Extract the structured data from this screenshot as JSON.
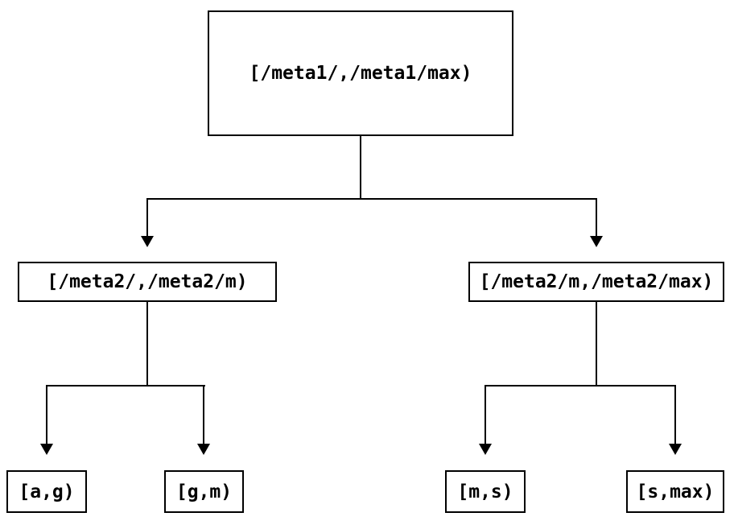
{
  "diagram": {
    "type": "tree",
    "colors": {
      "background": "#ffffff",
      "line": "#000000",
      "node_fill": "#ffffff",
      "node_border": "#000000",
      "text": "#000000"
    },
    "nodes": {
      "root": {
        "label": "[/meta1/,/meta1/max)"
      },
      "left_child": {
        "label": "[/meta2/,/meta2/m)"
      },
      "right_child": {
        "label": "[/meta2/m,/meta2/max)"
      },
      "leaf_a_g": {
        "label": "[a,g)"
      },
      "leaf_g_m": {
        "label": "[g,m)"
      },
      "leaf_m_s": {
        "label": "[m,s)"
      },
      "leaf_s_max": {
        "label": "[s,max)"
      }
    },
    "edges": [
      {
        "from": "root",
        "to": "left_child"
      },
      {
        "from": "root",
        "to": "right_child"
      },
      {
        "from": "left_child",
        "to": "leaf_a_g"
      },
      {
        "from": "left_child",
        "to": "leaf_g_m"
      },
      {
        "from": "right_child",
        "to": "leaf_m_s"
      },
      {
        "from": "right_child",
        "to": "leaf_s_max"
      }
    ]
  }
}
